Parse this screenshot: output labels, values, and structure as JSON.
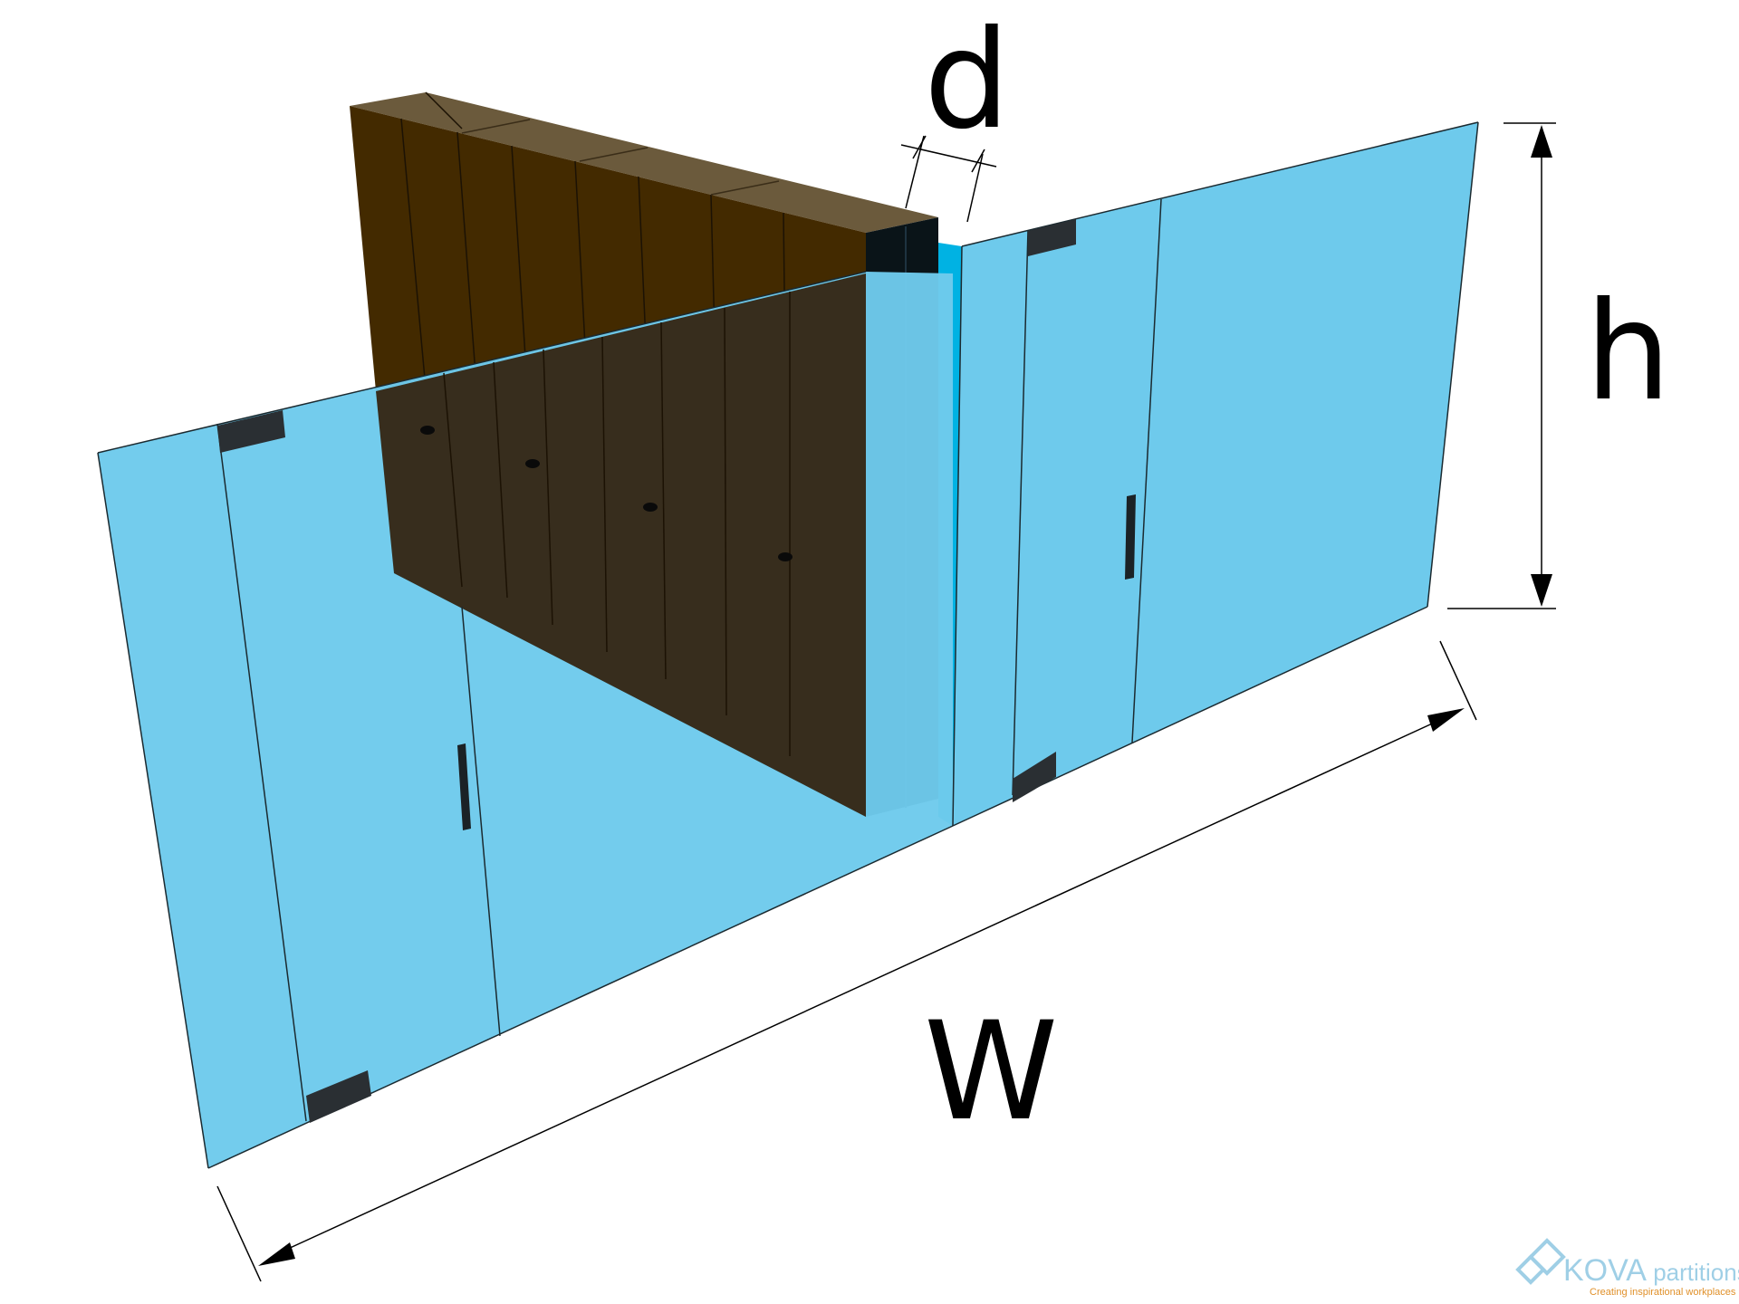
{
  "dimensions": {
    "depth_label": "d",
    "height_label": "h",
    "width_label": "W"
  },
  "brand": {
    "name_part1": "KOVA",
    "name_part2": " partitions",
    "tagline": "Creating inspirational workplaces",
    "logo_icon": "kova-diamond-icon"
  },
  "colors": {
    "glass": "#6ecaec",
    "glass_edge": "#00b2e3",
    "wood_top": "#6b5a3c",
    "wood_front": "#432a00",
    "wood_front_behind_glass": "#372d1d",
    "end_cap": "#0a1418",
    "hinge": "#2a2f33",
    "brand_blue": "#9fcfe6",
    "brand_orange": "#e0902a"
  }
}
